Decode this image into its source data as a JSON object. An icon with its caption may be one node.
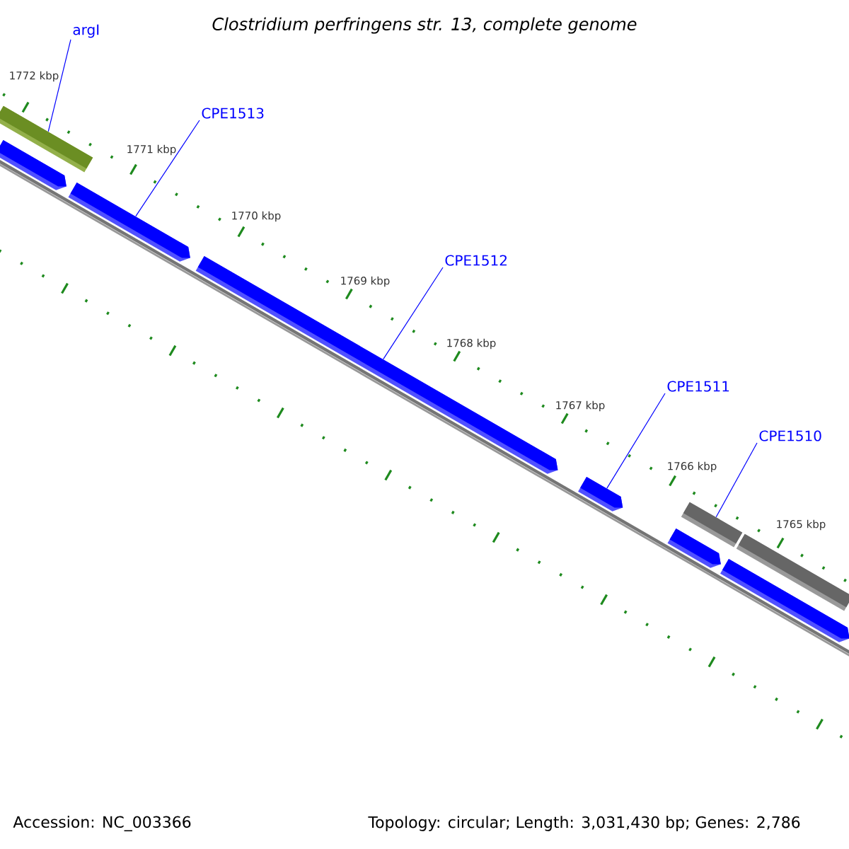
{
  "diagram": {
    "title": "Clostridium perfringens str. 13, complete genome",
    "nodes": [
      {
        "text": [
          "argI"
        ]
      },
      {
        "text": [
          "CPE1513"
        ]
      },
      {
        "text": [
          "CPE1512"
        ]
      },
      {
        "text": [
          "CPE1511"
        ]
      },
      {
        "text": [
          "CPE1510"
        ]
      },
      {
        "text": [],
        "shape": "box"
      },
      {
        "text": [],
        "shape": "bar"
      },
      {
        "text": [],
        "shape": "bar"
      },
      {
        "text": [],
        "shape": "bar"
      },
      {
        "text": [],
        "shape": "bar"
      },
      {
        "text": [],
        "shape": "box"
      },
      {
        "text": [],
        "shape": "bar"
      },
      {
        "text": [],
        "shape": "box"
      },
      {
        "text": [],
        "shape": "bar"
      }
    ],
    "edges": [
      {
        "from": 0,
        "to": 5,
        "arrow": "none"
      },
      {
        "from": 1,
        "to": 7,
        "arrow": "none"
      },
      {
        "from": 2,
        "to": 8,
        "arrow": "none"
      },
      {
        "from": 3,
        "to": 9,
        "arrow": "none"
      },
      {
        "from": 4,
        "to": 10,
        "arrow": "none"
      }
    ],
    "labels": [
      "1772 kbp",
      "1771 kbp",
      "1770 kbp",
      "1769 kbp",
      "1768 kbp",
      "1767 kbp",
      "1766 kbp",
      "1765 kbp",
      "Accession: NC_003366",
      "Topology: circular; Length: 3,031,430 bp; Genes: 2,786"
    ]
  }
}
